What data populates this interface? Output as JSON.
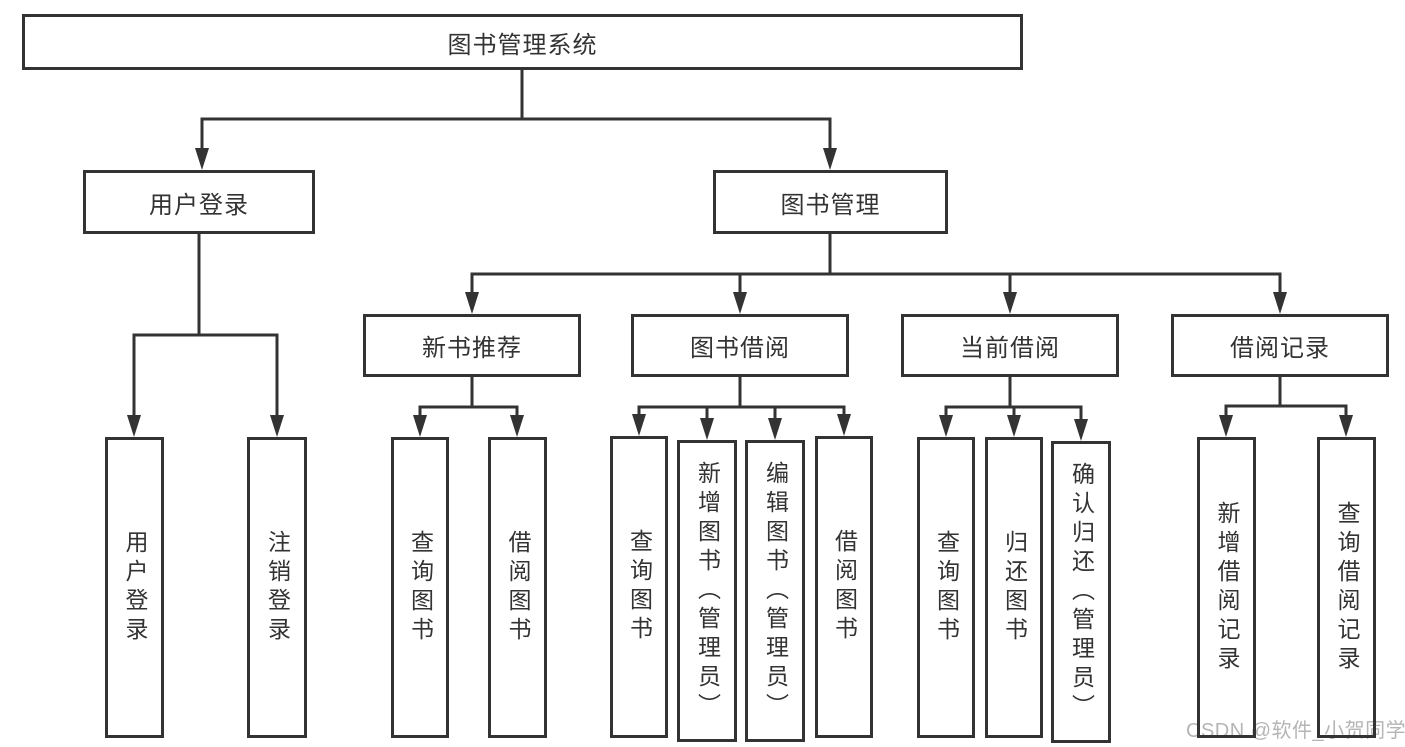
{
  "diagram_type": "function-tree",
  "tree": {
    "label": "图书管理系统",
    "children": [
      {
        "label": "用户登录",
        "children": [
          {
            "label": "用户登录"
          },
          {
            "label": "注销登录"
          }
        ]
      },
      {
        "label": "图书管理",
        "children": [
          {
            "label": "新书推荐",
            "children": [
              {
                "label": "查询图书"
              },
              {
                "label": "借阅图书"
              }
            ]
          },
          {
            "label": "图书借阅",
            "children": [
              {
                "label": "查询图书"
              },
              {
                "label": "新增图书（管理员）"
              },
              {
                "label": "编辑图书（管理员）"
              },
              {
                "label": "借阅图书"
              }
            ]
          },
          {
            "label": "当前借阅",
            "children": [
              {
                "label": "查询图书"
              },
              {
                "label": "归还图书"
              },
              {
                "label": "确认归还（管理员）"
              }
            ]
          },
          {
            "label": "借阅记录",
            "children": [
              {
                "label": "新增借阅记录"
              },
              {
                "label": "查询借阅记录"
              }
            ]
          }
        ]
      }
    ]
  },
  "watermark": {
    "text": "CSDN @软件_小贺同学"
  },
  "colors": {
    "background": "#ffffff",
    "line": "#333333",
    "box_border": "#333333",
    "text": "#333333",
    "watermark": "#b5b5b5"
  }
}
